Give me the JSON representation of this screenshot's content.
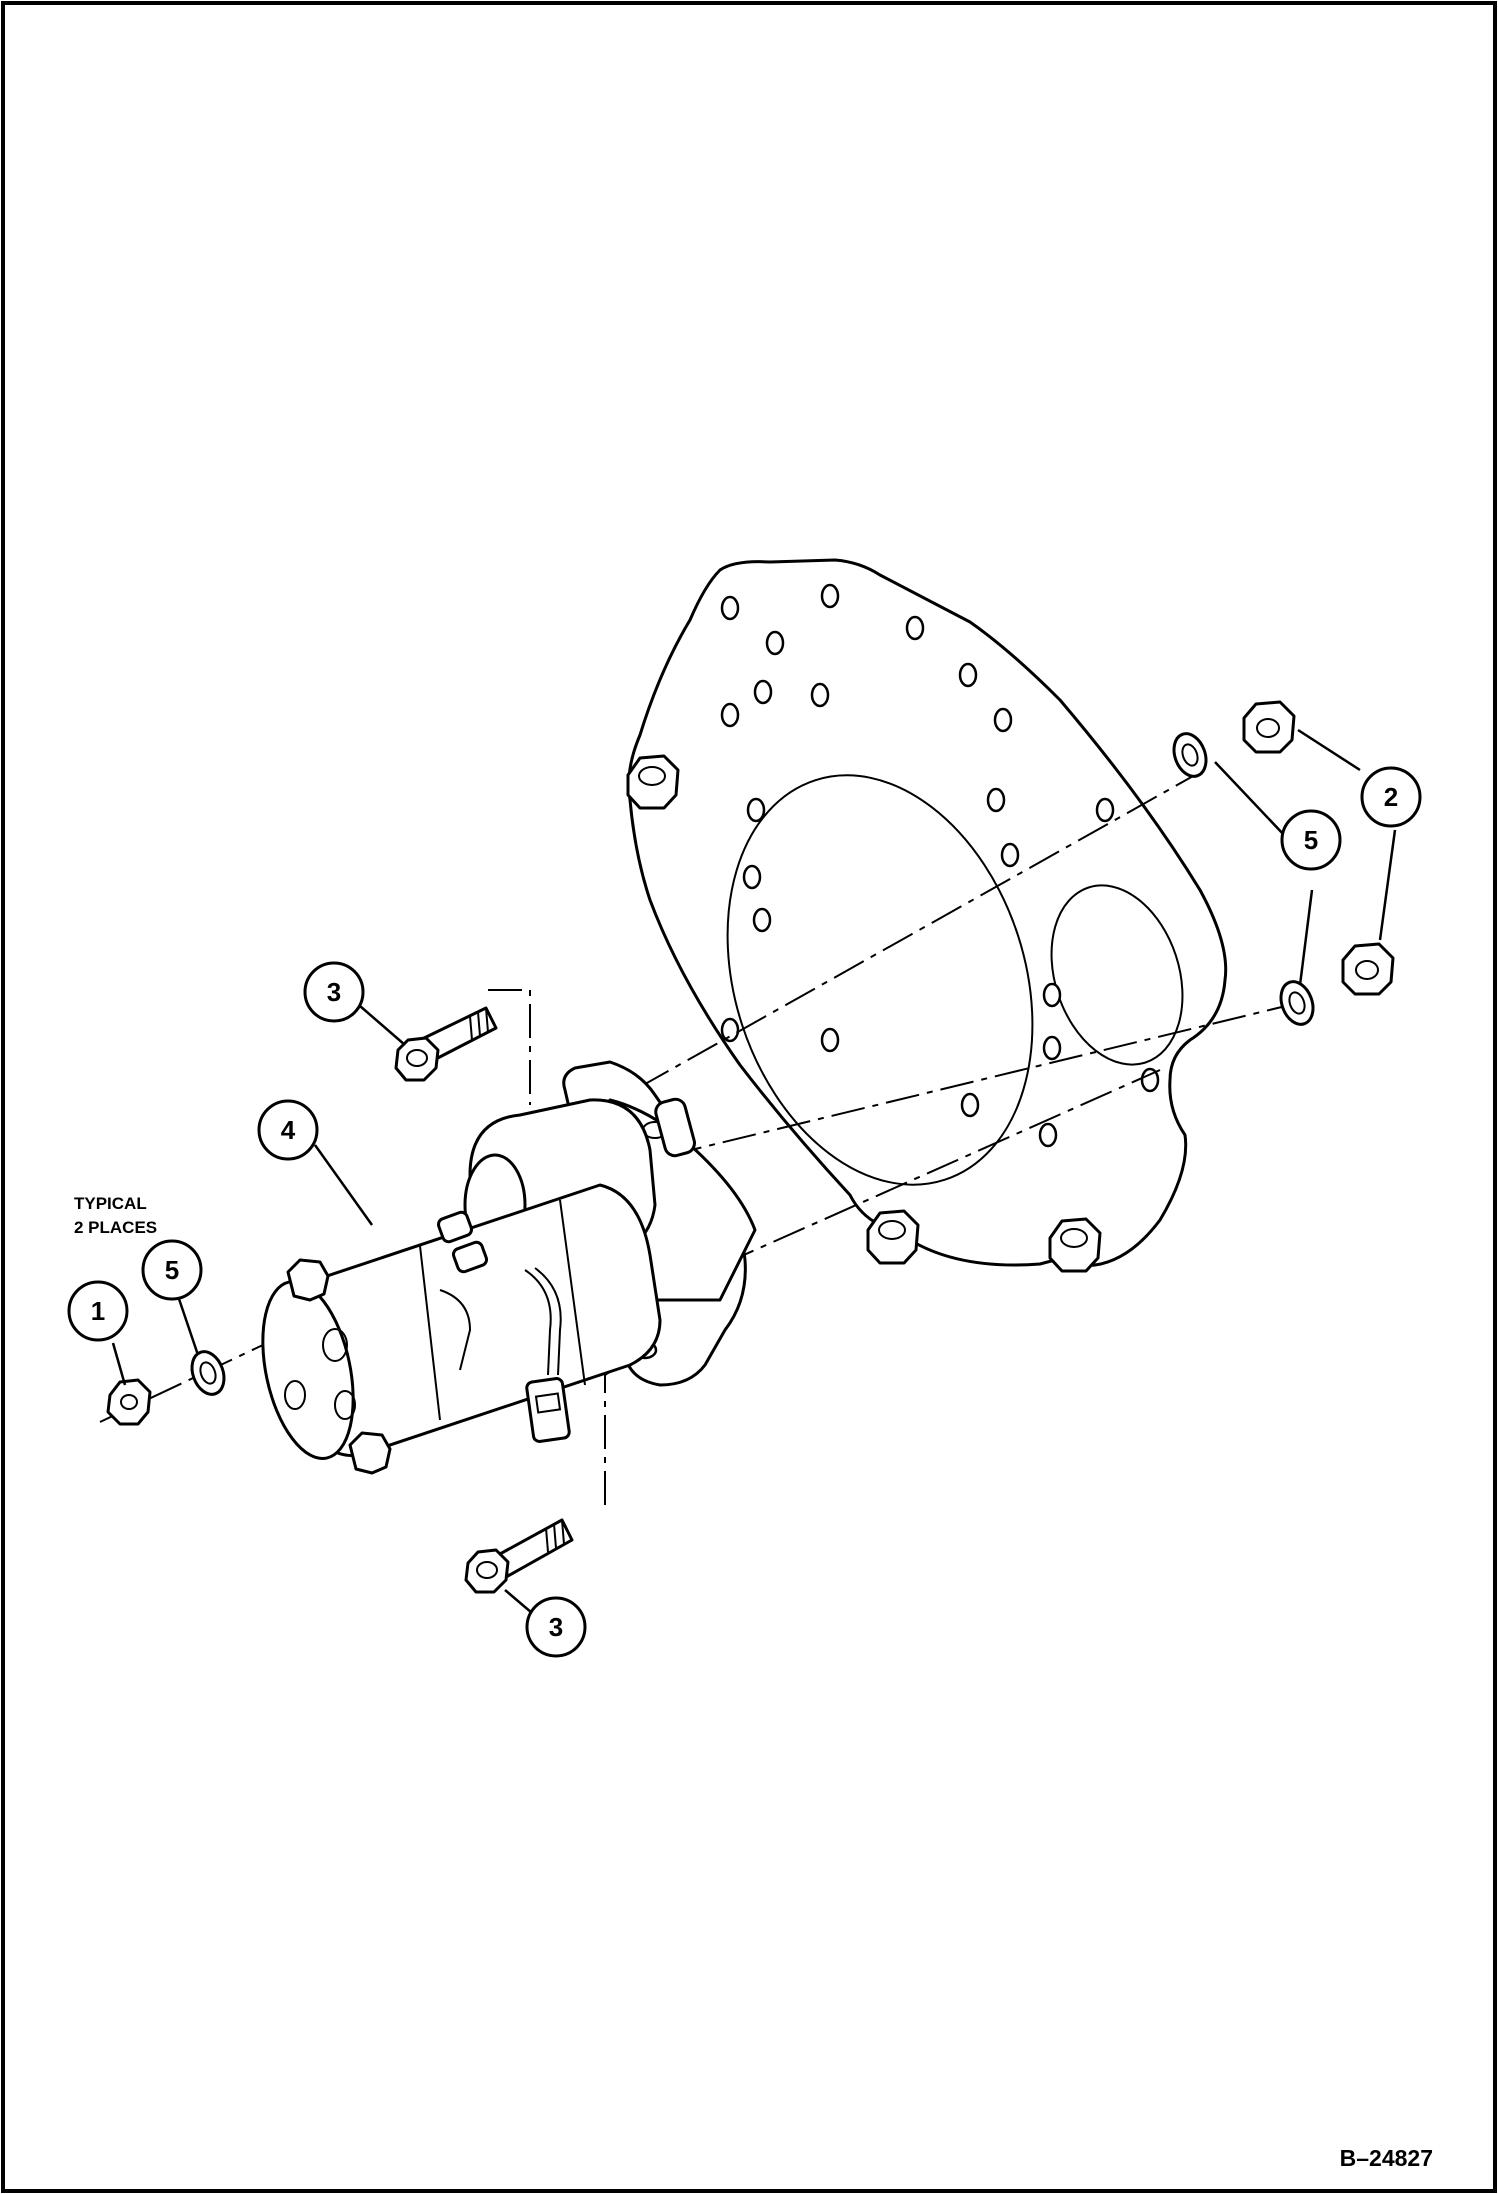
{
  "figure": {
    "id": "B–24827",
    "note_line1": "TYPICAL",
    "note_line2": "2 PLACES"
  },
  "callouts": [
    {
      "label": "1",
      "part": "nut"
    },
    {
      "label": "2",
      "part": "nut"
    },
    {
      "label": "3",
      "part": "bolt"
    },
    {
      "label": "3",
      "part": "bolt"
    },
    {
      "label": "4",
      "part": "starter"
    },
    {
      "label": "5",
      "part": "lock-washer"
    },
    {
      "label": "5",
      "part": "lock-washer"
    }
  ],
  "colors": {
    "line": "#000000",
    "background": "#ffffff"
  }
}
